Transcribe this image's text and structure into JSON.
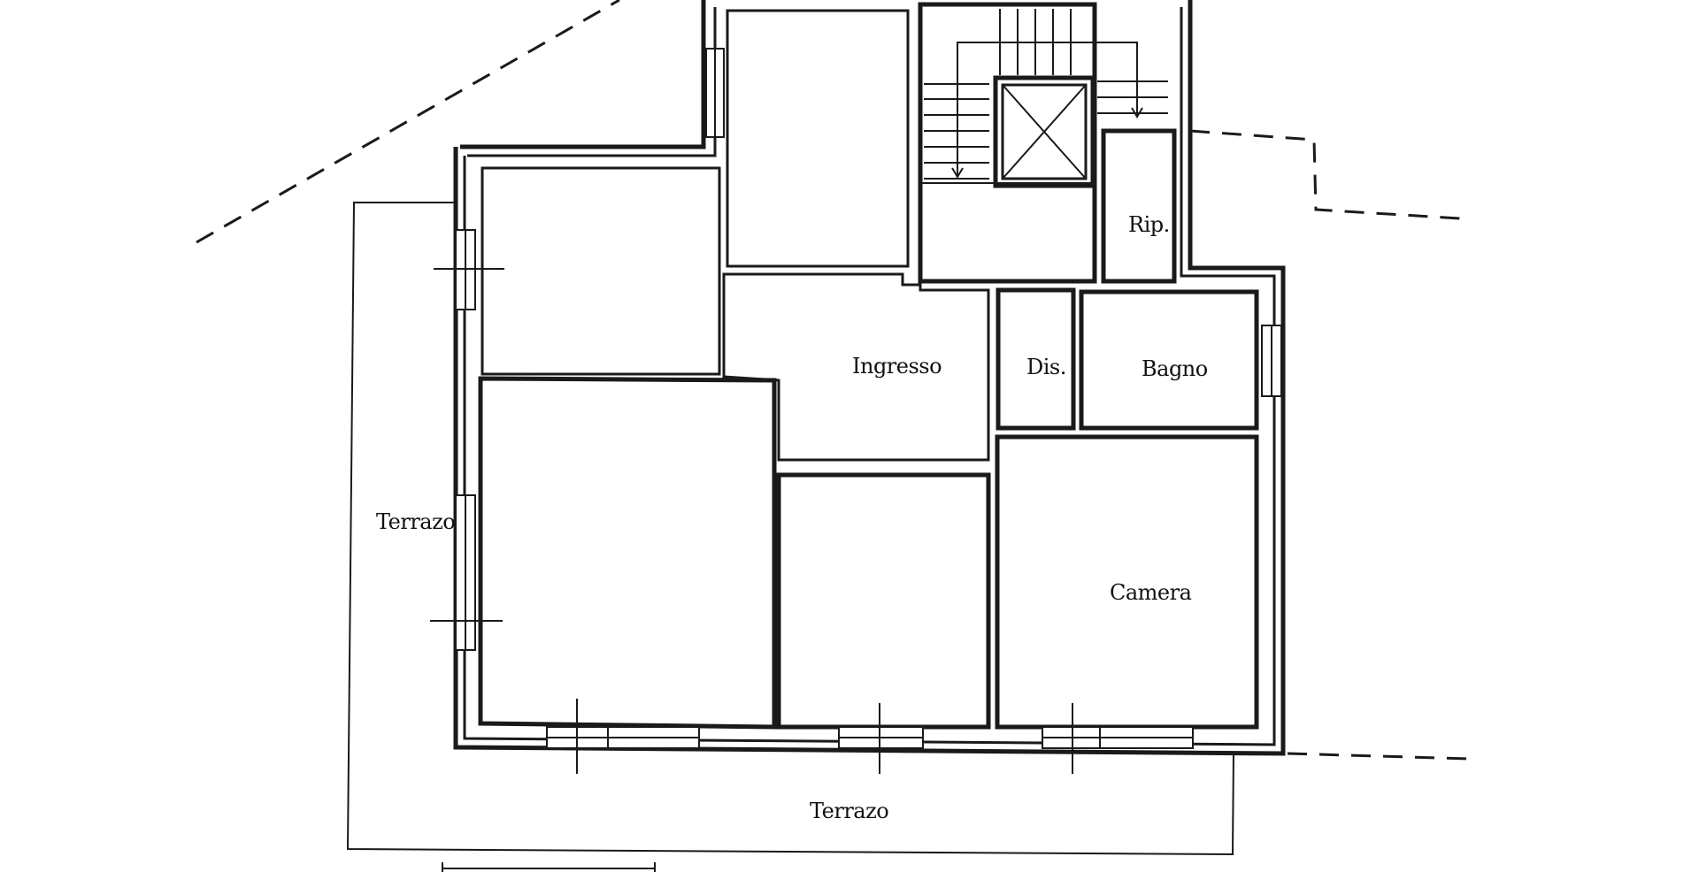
{
  "plan": {
    "labels": {
      "terrazzo_left": "Terrazo",
      "terrazzo_bottom": "Terrazo",
      "ingresso": "Ingresso",
      "disimpegno": "Dis.",
      "bagno": "Bagno",
      "camera": "Camera",
      "ripostiglio": "Rip."
    }
  }
}
